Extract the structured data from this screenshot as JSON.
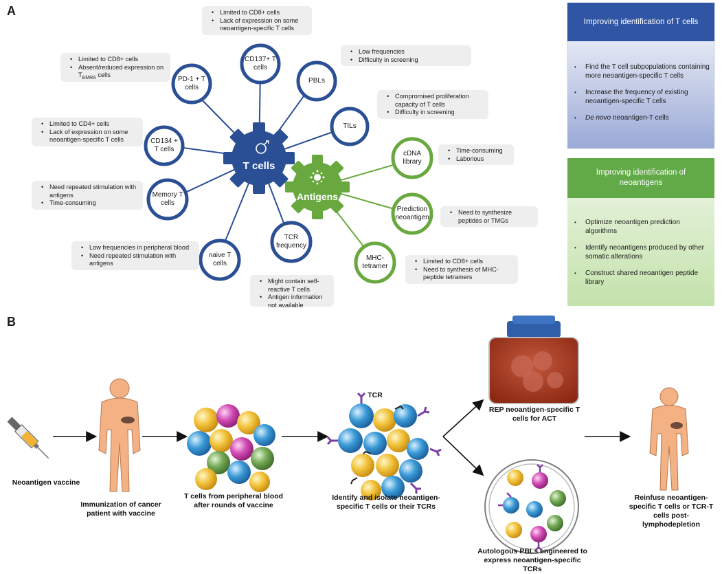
{
  "panel_a_letter": "A",
  "panel_b_letter": "B",
  "tcells_hub": "T cells",
  "antigens_hub": "Antigens",
  "nodes": {
    "cd137": "CD137+ T cells",
    "pd1": "PD-1 + T cells",
    "pbls": "PBLs",
    "tils": "TILs",
    "cd134": "CD134 + T cells",
    "memory": "Memory T cells",
    "naive": "naive T cells",
    "tcr_freq": "TCR frequency",
    "cdna": "cDNA library",
    "prediction": "Prediction neoantigen",
    "mhc": "MHC-tetramer"
  },
  "notes": {
    "cd137": [
      "Limited to CD8+ cells",
      "Lack of expression on some neoantigen-specific T cells"
    ],
    "pd1_1": "Limited to CD8+ cells",
    "pd1_2": "Absent/reduced expression on",
    "pd1_2_sub_main": "T",
    "pd1_2_sub": "EMRA",
    "pd1_2_tail": "cells",
    "pbls": [
      "Low frequencies",
      "Difficulty in screening"
    ],
    "tils": [
      "Compromised proliferation capacity of T cells",
      "Difficulty in screening"
    ],
    "cd134": [
      "Limited to CD4+ cells",
      "Lack of expression on some neoantigen-specific T cells"
    ],
    "memory": [
      "Need repeated stimulation with antigens",
      "Time-consuming"
    ],
    "naive": [
      "Low frequencies in peripheral blood",
      "Need repeated stimulation with antigens"
    ],
    "tcr_freq": [
      "Might contain self-reactive T cells",
      "Antigen information not available"
    ],
    "cdna": [
      "Time-consuming",
      "Laborious"
    ],
    "prediction": [
      "Need to synthesize peptides or TMGs"
    ],
    "mhc": [
      "Limited to CD8+ cells",
      "Need to synthesis of MHC-peptide tetramers"
    ]
  },
  "box_tcells": {
    "title": "Improving identification of T cells",
    "items": [
      "Find the T cell subpopulations containing more neoantigen-specific T cells",
      "Increase the frequency of existing neoantigen-specific T cells"
    ],
    "item3_italic": "De novo",
    "item3_rest": " neoantigen-T cells"
  },
  "box_antigens": {
    "title": "Improving identification of neoantigens",
    "items": [
      "Optimize neoantigen prediction algorithms",
      "Identify neoantigens produced by other somatic alterations",
      "Construct shared neoantigen peptide library"
    ]
  },
  "panel_b": {
    "vaccine": "Neoantigen vaccine",
    "immunization": "Immunization of cancer patient with vaccine",
    "tcells_blood": "T cells from peripheral blood after rounds of vaccine",
    "identify": "Identify and isolate neoantigen-specific T cells or their TCRs",
    "tcr_label": "TCR",
    "rep": "REP neoantigen-specific T cells for ACT",
    "autologous": "Autologous PBLs engineered to express neoantigen-specific TCRs",
    "reinfuse": "Reinfuse neoantigen-specific T cells or TCR-T cells post-lymphodepletion"
  },
  "colors": {
    "tcell_blue": "#2a4f95",
    "antigen_green": "#69a83f",
    "box_blue_head": "#2f55a4",
    "box_green_head": "#62a947"
  }
}
